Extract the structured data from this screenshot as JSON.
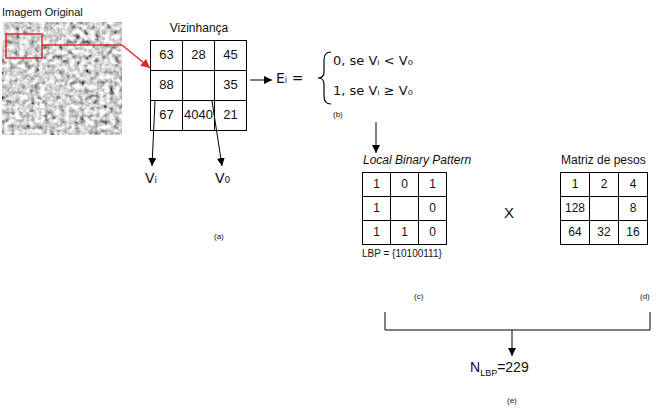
{
  "diagram": {
    "nodes": [
      {
        "text": [
          "Imagem Original"
        ]
      },
      {
        "text": [
          "Vizinhança",
          "63",
          "28",
          "45",
          "88",
          "35",
          "67",
          "40",
          "21"
        ]
      },
      {
        "text": [
          "Local Binary Pattern",
          "1",
          "0",
          "1",
          "1",
          "0",
          "1",
          "1",
          "0"
        ]
      },
      {
        "text": [
          "Matriz de pesos",
          "1",
          "2",
          "4",
          "128",
          "8",
          "64",
          "32",
          "16"
        ]
      }
    ],
    "edges": [
      {
        "from": 0,
        "to": 1,
        "arrow": "to"
      }
    ],
    "labels": [
      "Vᵢ",
      "V₀",
      "Eᵢ =",
      "0, se Vᵢ < V₀",
      "1, se Vᵢ ≥ V₀",
      "(a)",
      "(b)",
      "LBP = {10100111}",
      "X",
      "(c)",
      "(d)",
      "N",
      "LBP",
      "=229",
      "(e)",
      "40"
    ]
  }
}
